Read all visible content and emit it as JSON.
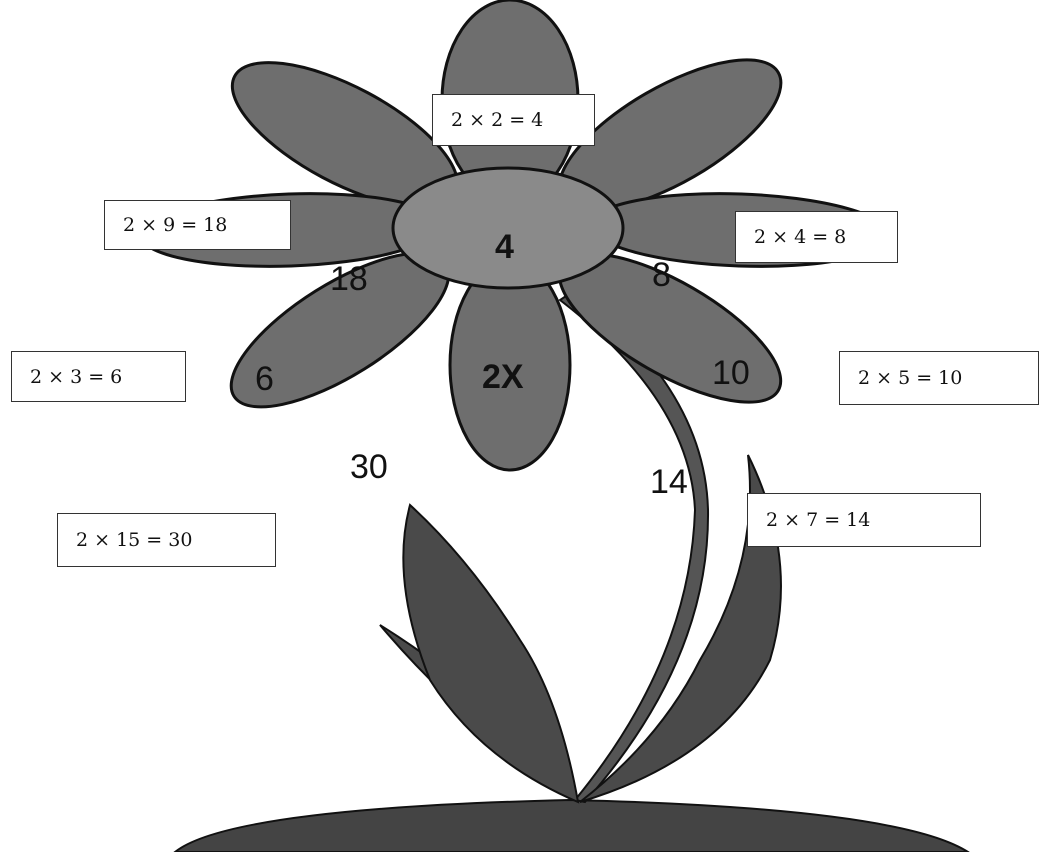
{
  "colors": {
    "petal": "#6e6e6e",
    "center": "#8a8a8a",
    "stem": "#555555",
    "leaf": "#4a4a4a",
    "ground": "#444444",
    "outline": "#111111"
  },
  "flower": {
    "center_label": "4",
    "bottom_petal_label": "2X"
  },
  "petal_numbers": {
    "n18": "18",
    "n8": "8",
    "n6": "6",
    "n10": "10",
    "n30": "30",
    "n14": "14"
  },
  "equations": {
    "eq_2x2": "2 × 2 = 4",
    "eq_2x9": "2 × 9 = 18",
    "eq_2x4": "2 × 4 = 8",
    "eq_2x3": "2 × 3 = 6",
    "eq_2x5": "2 × 5 = 10",
    "eq_2x15": "2 × 15 = 30",
    "eq_2x7": "2 × 7 = 14"
  }
}
